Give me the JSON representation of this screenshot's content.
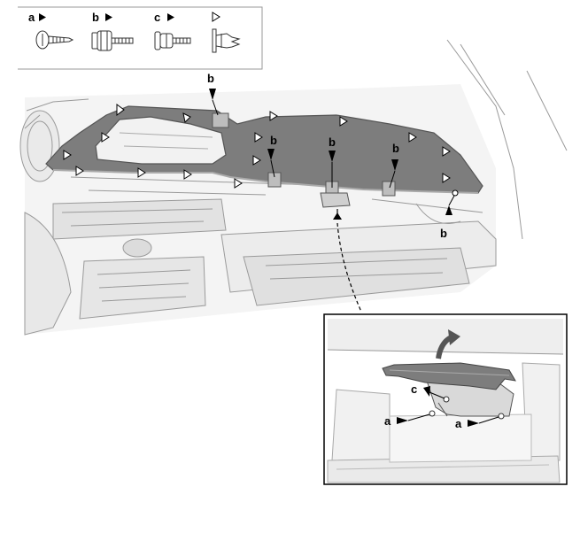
{
  "legend": {
    "items": [
      {
        "key": "a",
        "icon": "tapping-screw-icon"
      },
      {
        "key": "b",
        "icon": "flange-bolt-icon"
      },
      {
        "key": "c",
        "icon": "washer-screw-icon"
      },
      {
        "key": "",
        "icon": "clip-icon"
      }
    ]
  },
  "callouts": {
    "main": [
      "b",
      "b",
      "b",
      "b",
      "b"
    ],
    "inset": [
      "c",
      "a",
      "a"
    ]
  },
  "colors": {
    "panel": "#7d7d7d",
    "panel_edge": "#555555",
    "background_parts": "#e6e6e6",
    "line": "#9a9a9a"
  }
}
